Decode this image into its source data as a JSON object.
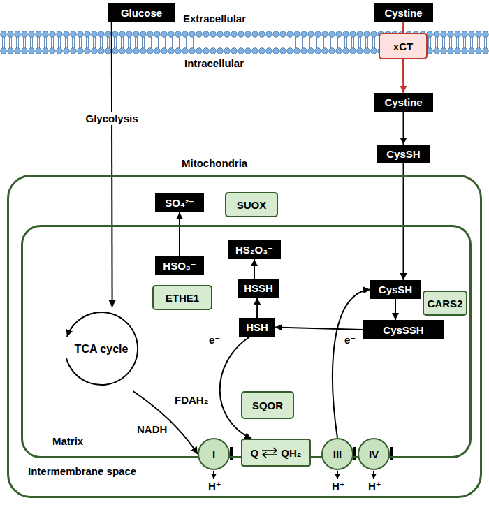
{
  "diagram": {
    "nodes": [
      {
        "text": [
          "Glucose"
        ]
      },
      {
        "text": [
          "Cystine"
        ]
      },
      {
        "text": [
          "xCT"
        ]
      },
      {
        "text": [
          "Cystine"
        ]
      },
      {
        "text": [
          "CysSH"
        ]
      },
      {
        "text": [
          "Mitochondria"
        ]
      },
      {
        "text": [
          "Matrix"
        ],
        "in": 5
      },
      {
        "text": [
          "SO₄²⁻"
        ],
        "in": 6
      },
      {
        "text": [
          "SUOX"
        ],
        "in": 6
      },
      {
        "text": [
          "HS₂O₃⁻"
        ],
        "in": 6
      },
      {
        "text": [
          "HSSH"
        ],
        "in": 6
      },
      {
        "text": [
          "HSO₃⁻"
        ],
        "in": 6
      },
      {
        "text": [
          "CysSH"
        ],
        "in": 6
      },
      {
        "text": [
          "ETHE1"
        ],
        "in": 6
      },
      {
        "text": [
          "CARS2"
        ],
        "in": 6
      },
      {
        "text": [
          "HSH"
        ],
        "in": 6
      },
      {
        "text": [
          "CysSSH"
        ],
        "in": 6
      },
      {
        "text": [
          "TCA cycle"
        ],
        "in": 6
      },
      {
        "text": [
          "SQOR"
        ],
        "in": 6
      },
      {
        "text": [
          "I"
        ],
        "in": 6
      },
      {
        "text": [
          "Q",
          "QH₂"
        ],
        "in": 6
      },
      {
        "text": [
          "III"
        ],
        "in": 6
      },
      {
        "text": [
          "IV"
        ],
        "in": 6
      }
    ],
    "edges": [
      {
        "from": 0,
        "to": 17,
        "arrow": "to",
        "label": "Glycolysis"
      },
      {
        "from": 1,
        "to": 2,
        "arrow": "none"
      },
      {
        "from": 2,
        "to": 3,
        "arrow": "to"
      },
      {
        "from": 3,
        "to": 4,
        "arrow": "to"
      },
      {
        "from": 4,
        "to": 12,
        "arrow": "to"
      },
      {
        "from": 12,
        "to": 16,
        "arrow": "to"
      },
      {
        "from": 16,
        "to": 15,
        "arrow": "to"
      },
      {
        "from": 15,
        "to": 10,
        "arrow": "to"
      },
      {
        "from": 10,
        "to": 9,
        "arrow": "to"
      },
      {
        "from": 11,
        "to": 7,
        "arrow": "to"
      },
      {
        "from": 15,
        "to": 20,
        "arrow": "to",
        "label": "e⁻"
      },
      {
        "from": 21,
        "to": 12,
        "arrow": "to",
        "label": "e⁻"
      },
      {
        "from": 17,
        "to": 19,
        "arrow": "to"
      }
    ],
    "labels": [
      "Extracellular",
      "Intracellular",
      "Intermembrane space",
      "FDAH₂",
      "NADH",
      "H⁺",
      "H⁺",
      "H⁺"
    ]
  }
}
